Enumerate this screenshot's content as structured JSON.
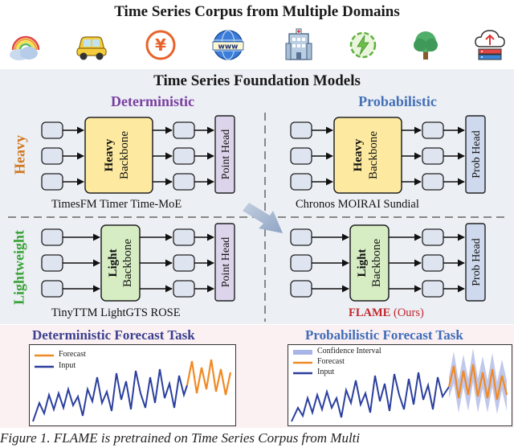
{
  "title": "Time Series Corpus from Multiple Domains",
  "domains": [
    "weather-icon",
    "car-icon",
    "yen-icon",
    "www-globe-icon",
    "hospital-icon",
    "energy-icon",
    "tree-icon",
    "cloud-upload-icon"
  ],
  "models": {
    "title": "Time Series Foundation Models",
    "deterministic_label": "Deterministic",
    "probabilistic_label": "Probabilistic",
    "heavy_label": "Heavy",
    "lightweight_label": "Lightweight",
    "heavy_backbone": {
      "line1": "Heavy",
      "line2": "Backbone"
    },
    "light_backbone": {
      "line1": "Light",
      "line2": "Backbone"
    },
    "point_head": "Point Head",
    "prob_head": "Prob Head",
    "det_heavy_names": "TimesFM  Timer  Time-MoE",
    "prob_heavy_names": "Chronos   MOIRAI   Sundial",
    "det_light_names": "TinyTTM  LightGTS  ROSE",
    "flame_name": "FLAME",
    "flame_suffix": " (Ours)"
  },
  "tasks": {
    "det_title": "Deterministic Forecast Task",
    "prob_title": "Probabilistic Forecast Task",
    "legend_forecast": "Forecast",
    "legend_input": "Input",
    "legend_ci": "Confidence Interval"
  },
  "caption": "Figure 1. FLAME is pretrained on Time Series Corpus from Multi",
  "colors": {
    "deterministic": "#7a3fa0",
    "probabilistic": "#4470b8",
    "heavy": "#d1781f",
    "light": "#3aa338",
    "heavy_fill": "#fdeaa0",
    "light_fill": "#d6ecc3",
    "head_fill": "#dcd4ea",
    "prob_head_fill": "#cfd9ee",
    "forecast": "#f08a24",
    "input": "#2b3f9e",
    "ci": "#a9b4e6",
    "flame": "#c0282d"
  }
}
